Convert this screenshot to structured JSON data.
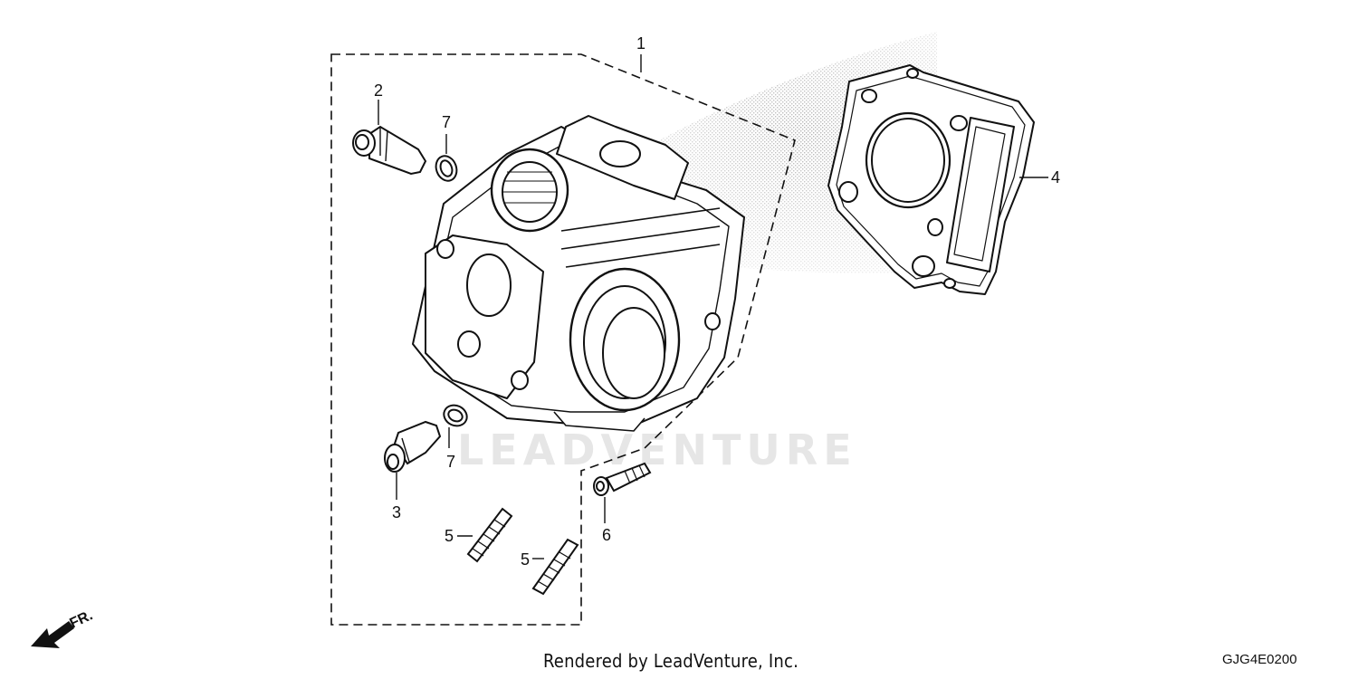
{
  "diagram": {
    "callouts": {
      "c1": "1",
      "c2": "2",
      "c3": "3",
      "c4": "4",
      "c5a": "5",
      "c5b": "5",
      "c6": "6",
      "c7a": "7",
      "c7b": "7"
    },
    "front_indicator": "FR.",
    "watermark": "LEADVENTURE",
    "footer": "Rendered by LeadVenture, Inc.",
    "code": "GJG4E0200"
  }
}
